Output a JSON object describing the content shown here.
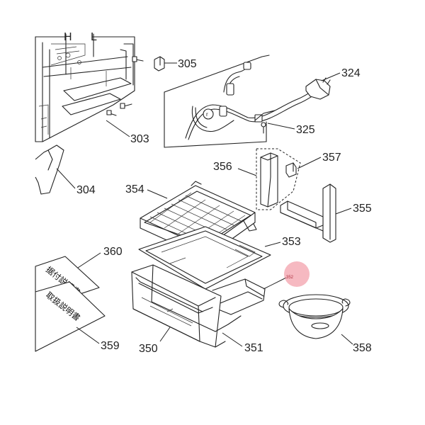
{
  "callouts": {
    "p303": "303",
    "p304": "304",
    "p305": "305",
    "p324": "324",
    "p325": "325",
    "p350": "350",
    "p351": "351",
    "p352": "352",
    "p353": "353",
    "p354": "354",
    "p355": "355",
    "p356": "356",
    "p357": "357",
    "p358": "358",
    "p359": "359",
    "p360": "360"
  },
  "cabinet_letters": {
    "left": "H",
    "right": "L"
  },
  "manuals": {
    "manual_360": "据付説明書",
    "manual_359": "取扱説明書"
  },
  "colors": {
    "line": "#222222",
    "highlight_marker": "#f08a98"
  }
}
